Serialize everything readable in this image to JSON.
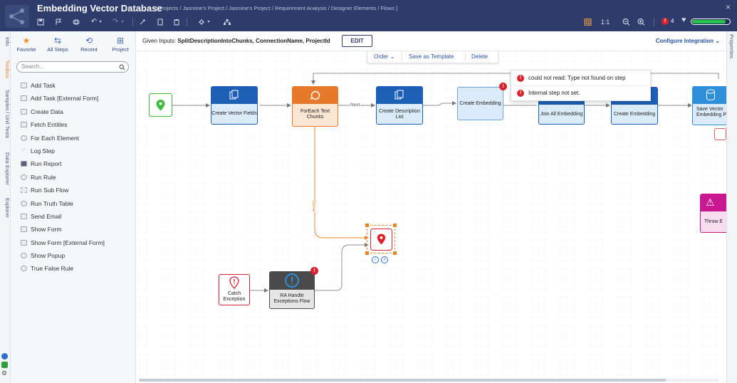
{
  "header": {
    "title": "Embedding Vector Database",
    "breadcrumb": "[ Projects / Jasmine's Project / Jasmine's Project / Requirement Analysis / Designer Elements / Flows ]",
    "zoom_label": "1:1",
    "error_count": "4",
    "health_level": 0.9,
    "close_label": "×"
  },
  "left_tabs": [
    "Info",
    "Toolbox",
    "Samples / Unit Tests",
    "Data Explorer",
    "Explorer"
  ],
  "toolbox": {
    "categories": [
      {
        "label": "Favorite",
        "icon": "star-icon"
      },
      {
        "label": "All Steps",
        "icon": "steps-icon"
      },
      {
        "label": "Recent",
        "icon": "recent-icon"
      },
      {
        "label": "Project",
        "icon": "project-icon"
      }
    ],
    "search_placeholder": "Search...",
    "steps": [
      "Add Task",
      "Add Task [External Form]",
      "Create Data",
      "Fetch Entities",
      "For Each Element",
      "Log Step",
      "Run Report",
      "Run Rule",
      "Run Sub Flow",
      "Run Truth Table",
      "Send Email",
      "Show Form",
      "Show Form [External Form]",
      "Show Popup",
      "True False Rule"
    ]
  },
  "right_tabs": [
    "Properties"
  ],
  "inputs_bar": {
    "prefix": "Given Inputs: ",
    "inputs": "SplitDescriptionIntoChunks, ConnectionName, ProjectId",
    "edit_label": "EDIT",
    "configure_label": "Configure Integration"
  },
  "selection_menu": {
    "order_label": "Order",
    "save_template_label": "Save as Template",
    "delete_label": "Delete"
  },
  "flow": {
    "nodes": {
      "create_vector_fields": "Create Vector Fields",
      "foreach_text_chunks": "ForEach Text Chunks",
      "create_description_list": "Create Description List",
      "create_embedding_1": "Create Embedding",
      "join_all_embedding": "Join All Embedding",
      "create_embedding_2": "Create Embedding",
      "save_vector": "Save Vector Embedding Postgres",
      "catch_exception": "Catch Exception",
      "ra_handle_exceptions": "RA Handle Exceptions Flow",
      "throw": "Throw E"
    },
    "edge_labels": {
      "next": "Next",
      "done": "Done"
    }
  },
  "error_popup": {
    "messages": [
      "could not read: Type not found on step",
      "Internal step not set."
    ]
  },
  "colors": {
    "header_bg": "#2d3c6a",
    "node_blue": "#1d5fb4",
    "node_orange": "#e8782a",
    "node_light": "#dcebf9",
    "node_magenta": "#c8178f",
    "error_red": "#d9232e",
    "start_green": "#3dbb3d",
    "health_green": "#28c34b"
  }
}
